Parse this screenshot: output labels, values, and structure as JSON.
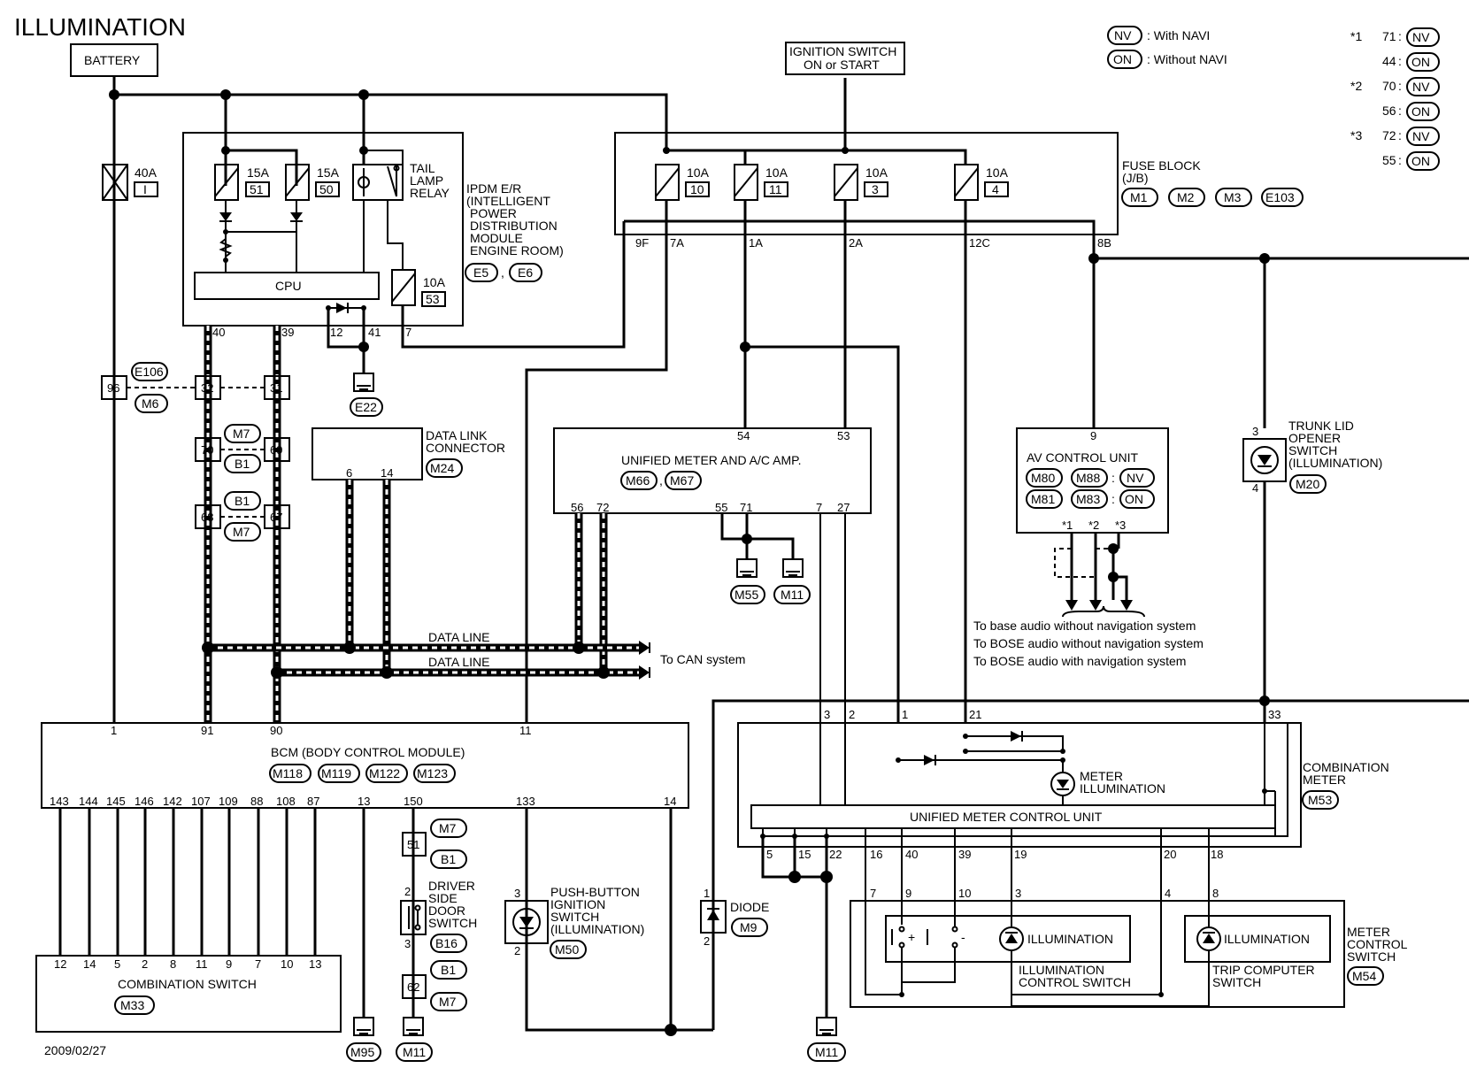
{
  "title": "ILLUMINATION",
  "date": "2009/02/27",
  "legend": {
    "nv_code": "NV",
    "nv_text": ": With NAVI",
    "on_code": "ON",
    "on_text": ": Without NAVI",
    "notes": [
      {
        "mark": "*1",
        "a_pin": "71",
        "a_code": "NV",
        "b_pin": "44",
        "b_code": "ON"
      },
      {
        "mark": "*2",
        "a_pin": "70",
        "a_code": "NV",
        "b_pin": "56",
        "b_code": "ON"
      },
      {
        "mark": "*3",
        "a_pin": "72",
        "a_code": "NV",
        "b_pin": "55",
        "b_code": "ON"
      }
    ]
  },
  "battery": "BATTERY",
  "ign": {
    "line1": "IGNITION SWITCH",
    "line2": "ON or START"
  },
  "fusible_link": {
    "amp": "40A",
    "id": "I"
  },
  "ipdm": {
    "fuse1_amp": "15A",
    "fuse1_id": "51",
    "fuse2_amp": "15A",
    "fuse2_id": "50",
    "fuse3_amp": "10A",
    "fuse3_id": "53",
    "relay": [
      "TAIL",
      "LAMP",
      "RELAY"
    ],
    "cpu": "CPU",
    "name": [
      "IPDM E/R",
      "(INTELLIGENT",
      "POWER",
      "DISTRIBUTION",
      "MODULE",
      "ENGINE ROOM)"
    ],
    "conn1": "E5",
    "conn2": "E6",
    "pins": [
      "40",
      "39",
      "12",
      "41",
      "7"
    ],
    "ground": "E22"
  },
  "fuse_block": {
    "name": [
      "FUSE BLOCK",
      "(J/B)"
    ],
    "conns": [
      "M1",
      "M2",
      "M3",
      "E103"
    ],
    "fuses": [
      {
        "amp": "10A",
        "id": "10"
      },
      {
        "amp": "10A",
        "id": "11"
      },
      {
        "amp": "10A",
        "id": "3"
      },
      {
        "amp": "10A",
        "id": "4"
      }
    ],
    "pins": [
      "9F",
      "7A",
      "1A",
      "2A",
      "12C",
      "8B"
    ]
  },
  "joints": {
    "j96": "96",
    "e106": "E106",
    "m6": "M6",
    "j32": "32",
    "j31": "31",
    "j70": "70",
    "j69": "69",
    "m7a": "M7",
    "b1a": "B1",
    "j68": "68",
    "j67": "67",
    "b1b": "B1",
    "m7b": "M7"
  },
  "dlc": {
    "name": [
      "DATA LINK",
      "CONNECTOR"
    ],
    "conn": "M24",
    "pins": [
      "6",
      "14"
    ]
  },
  "umac": {
    "name": "UNIFIED METER AND A/C AMP.",
    "conns": [
      "M66",
      "M67"
    ],
    "pins_top": [
      "54",
      "53"
    ],
    "pins_bottom": [
      "56",
      "72",
      "55",
      "71",
      "7",
      "27"
    ],
    "ground1": "M55",
    "ground2": "M11"
  },
  "data_line1": "DATA LINE",
  "data_line2": "DATA LINE",
  "to_can": "To CAN system",
  "av": {
    "name": "AV CONTROL UNIT",
    "pin": "9",
    "c1": "M80",
    "c2": "M88",
    "c3": "M81",
    "c4": "M83",
    "nv": "NV",
    "on": "ON",
    "marks": [
      "*1",
      "*2",
      "*3"
    ]
  },
  "audio_notes": [
    "To base audio without navigation system",
    "To BOSE audio without navigation system",
    "To BOSE audio with navigation system"
  ],
  "trunk": {
    "name": [
      "TRUNK LID",
      "OPENER",
      "SWITCH",
      "(ILLUMINATION)"
    ],
    "conn": "M20",
    "pins": [
      "3",
      "4"
    ]
  },
  "bcm": {
    "name": "BCM (BODY CONTROL MODULE)",
    "conns": [
      "M118",
      "M119",
      "M122",
      "M123"
    ],
    "pins_top": [
      "1",
      "91",
      "90",
      "11"
    ],
    "pins_bottom": [
      "143",
      "144",
      "145",
      "146",
      "142",
      "107",
      "109",
      "88",
      "108",
      "87",
      "13",
      "150",
      "133",
      "14"
    ]
  },
  "combo_sw": {
    "name": "COMBINATION SWITCH",
    "conn": "M33",
    "pins": [
      "12",
      "14",
      "5",
      "2",
      "8",
      "11",
      "9",
      "7",
      "10",
      "13"
    ]
  },
  "m95": "M95",
  "door": {
    "j51": "51",
    "m7": "M7",
    "b1": "B1",
    "name": [
      "DRIVER",
      "SIDE",
      "DOOR",
      "SWITCH"
    ],
    "conn": "B16",
    "pins": [
      "2",
      "3"
    ],
    "j62": "62",
    "b1b": "B1",
    "m7b": "M7",
    "ground": "M11"
  },
  "push": {
    "name": [
      "PUSH-BUTTON",
      "IGNITION",
      "SWITCH",
      "(ILLUMINATION)"
    ],
    "conn": "M50",
    "pins": [
      "3",
      "2"
    ]
  },
  "diode": {
    "name": "DIODE",
    "conn": "M9",
    "pins": [
      "1",
      "2"
    ]
  },
  "cmeter": {
    "name": [
      "COMBINATION",
      "METER"
    ],
    "conn": "M53",
    "pins_top": [
      "3",
      "2",
      "1",
      "21",
      "33"
    ],
    "illum": [
      "METER",
      "ILLUMINATION"
    ],
    "umcu": "UNIFIED METER CONTROL UNIT",
    "pins_bottom": [
      "5",
      "15",
      "22",
      "16",
      "40",
      "39",
      "19",
      "20",
      "18"
    ]
  },
  "ground_m11": "M11",
  "mcs": {
    "name": [
      "METER",
      "CONTROL",
      "SWITCH"
    ],
    "conn": "M54",
    "pins": [
      "7",
      "9",
      "10",
      "3",
      "4",
      "8"
    ],
    "plus": "+",
    "minus": "-",
    "illum1": "ILLUMINATION",
    "illum2": "ILLUMINATION",
    "sw1": [
      "ILLUMINATION",
      "CONTROL SWITCH"
    ],
    "sw2": [
      "TRIP COMPUTER",
      "SWITCH"
    ]
  }
}
